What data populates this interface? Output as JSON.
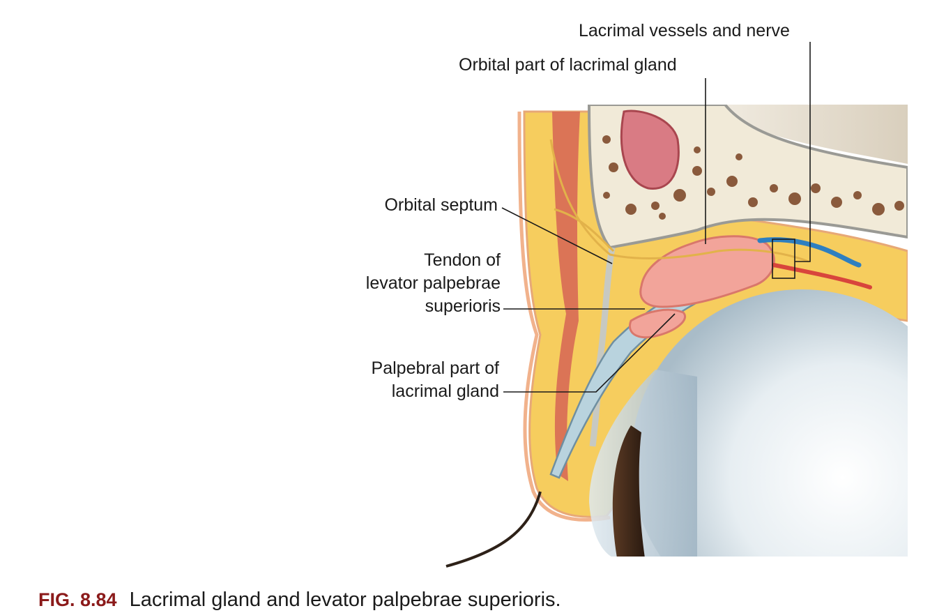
{
  "labels": {
    "lacrimal_vessels": "Lacrimal vessels and nerve",
    "orbital_part": "Orbital part of lacrimal gland",
    "orbital_septum": "Orbital septum",
    "tendon_line1": "Tendon of",
    "tendon_line2": "levator palpebrae",
    "tendon_line3": "superioris",
    "palpebral_line1": "Palpebral part of",
    "palpebral_line2": "lacrimal gland"
  },
  "caption": {
    "figure_number": "FIG. 8.84",
    "text": "Lacrimal gland and levator palpebrae superioris."
  },
  "colors": {
    "fat": "#f6cd5e",
    "muscle": "#d86a55",
    "gland": "#f2a49a",
    "bone": "#f1ead8",
    "vein": "#2e7fc0",
    "artery": "#d8453c",
    "tendon": "#b9d3de",
    "caption_accent": "#8b1a1a"
  }
}
